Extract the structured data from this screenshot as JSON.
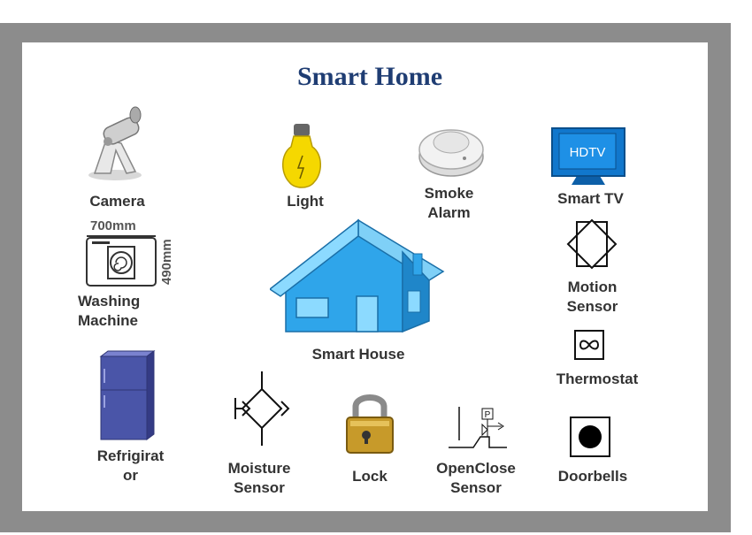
{
  "title": "Smart Home",
  "devices": {
    "camera": "Camera",
    "light": "Light",
    "smoke_alarm_1": "Smoke",
    "smoke_alarm_2": "Alarm",
    "smart_tv": "Smart TV",
    "tv_screen_text": "HDTV",
    "washing_machine_1": "Washing",
    "washing_machine_2": "Machine",
    "washing_width": "700mm",
    "washing_height": "490mm",
    "smart_house": "Smart House",
    "motion_sensor_1": "Motion",
    "motion_sensor_2": "Sensor",
    "thermostat": "Thermostat",
    "refrigerator_1": "Refrigirat",
    "refrigerator_2": "or",
    "moisture_sensor_1": "Moisture",
    "moisture_sensor_2": "Sensor",
    "lock": "Lock",
    "openclose_sensor_1": "OpenClose",
    "openclose_sensor_2": "Sensor",
    "doorbells": "Doorbells"
  },
  "colors": {
    "frame": "#8c8c8c",
    "title": "#1f3d73",
    "house": "#33aaee",
    "tv": "#1177cc",
    "fridge": "#4a55a8",
    "bulb": "#f5d800"
  }
}
